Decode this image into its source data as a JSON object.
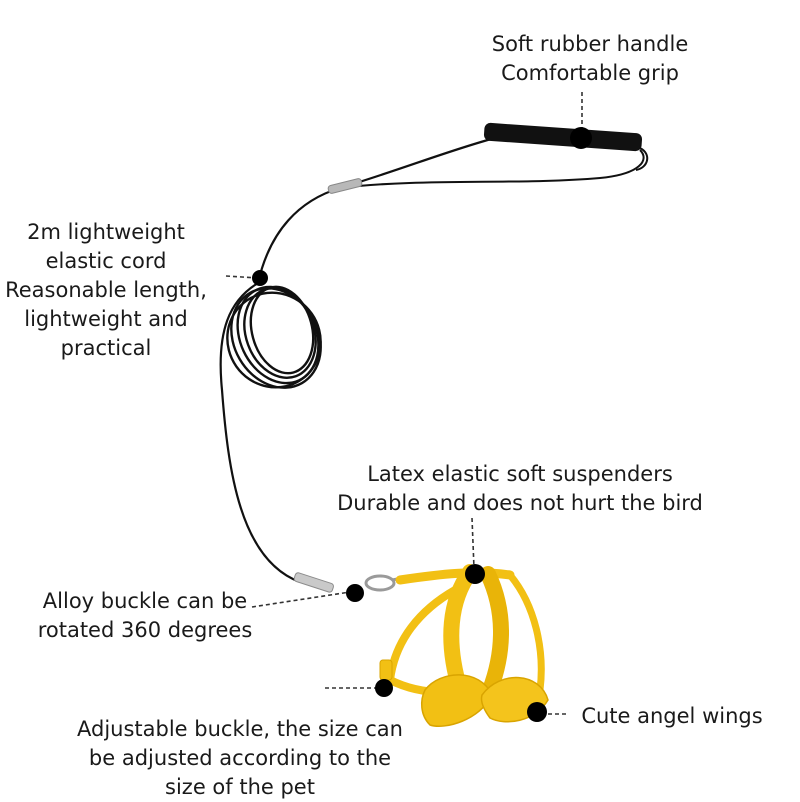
{
  "labels": {
    "handle": [
      "Soft rubber handle",
      "Comfortable grip"
    ],
    "cord": [
      "2m lightweight",
      "elastic cord",
      "Reasonable length,",
      "lightweight and",
      "practical"
    ],
    "suspenders": [
      "Latex elastic soft suspenders",
      "Durable and does not hurt the bird"
    ],
    "alloy": [
      "Alloy buckle can be",
      "rotated 360 degrees"
    ],
    "adjust": [
      "Adjustable buckle, the size can",
      "be adjusted according to the",
      "size of the pet"
    ],
    "wings": [
      "Cute angel wings"
    ]
  },
  "colors": {
    "harness": "#f2c014",
    "harness_dark": "#d9a400",
    "cord": "#111111",
    "dot": "#000000",
    "leader": "#333333"
  }
}
